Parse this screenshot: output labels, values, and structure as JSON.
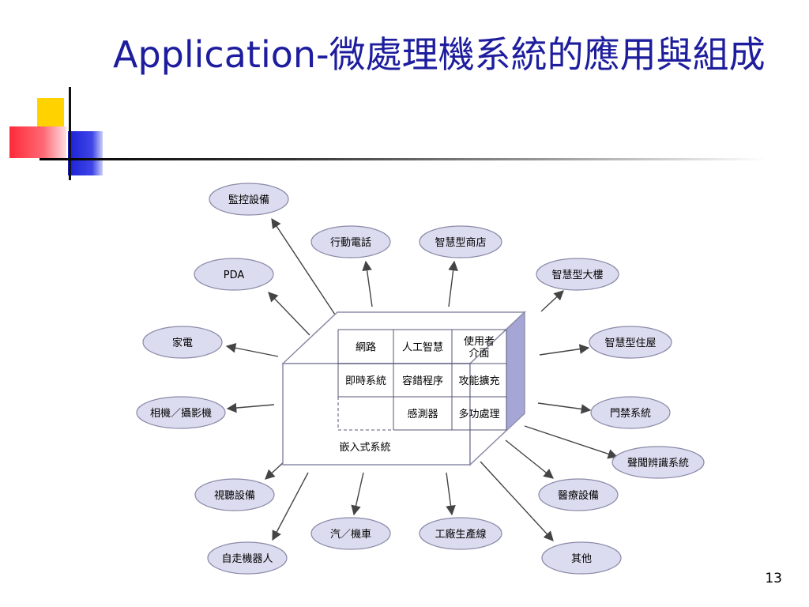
{
  "slide": {
    "title": "Application-微處理機系統的應用與組成",
    "page_number": "13"
  },
  "diagram": {
    "center_label": "嵌入式系統",
    "cells": [
      {
        "id": "network",
        "label": "網路"
      },
      {
        "id": "ai",
        "label": "人工智慧"
      },
      {
        "id": "ui",
        "label": "使用者\n介面"
      },
      {
        "id": "realtime",
        "label": "即時系統"
      },
      {
        "id": "fault",
        "label": "容錯程序"
      },
      {
        "id": "expand",
        "label": "攻能擴充"
      },
      {
        "id": "blank",
        "label": ""
      },
      {
        "id": "sensor",
        "label": "感測器"
      },
      {
        "id": "multi",
        "label": "多功處理"
      }
    ],
    "applications": [
      {
        "id": "monitor",
        "label": "監控設備"
      },
      {
        "id": "phone",
        "label": "行動電話"
      },
      {
        "id": "store",
        "label": "智慧型商店"
      },
      {
        "id": "pda",
        "label": "PDA"
      },
      {
        "id": "building",
        "label": "智慧型大樓"
      },
      {
        "id": "appliance",
        "label": "家電"
      },
      {
        "id": "house",
        "label": "智慧型住屋"
      },
      {
        "id": "camera",
        "label": "相機／攝影機"
      },
      {
        "id": "access",
        "label": "門禁系統"
      },
      {
        "id": "voice",
        "label": "聲聞辨識系統"
      },
      {
        "id": "av",
        "label": "視聽設備"
      },
      {
        "id": "medical",
        "label": "醫療設備"
      },
      {
        "id": "vehicle",
        "label": "汽／機車"
      },
      {
        "id": "factory",
        "label": "工廠生產線"
      },
      {
        "id": "robot",
        "label": "自走機器人"
      },
      {
        "id": "other",
        "label": "其他"
      }
    ],
    "colors": {
      "node_fill": "#dcdcf0",
      "node_stroke": "#8a8aa8",
      "box_side": "#a6a6d6",
      "arrow": "#444444",
      "title": "#1d1d9e"
    }
  }
}
